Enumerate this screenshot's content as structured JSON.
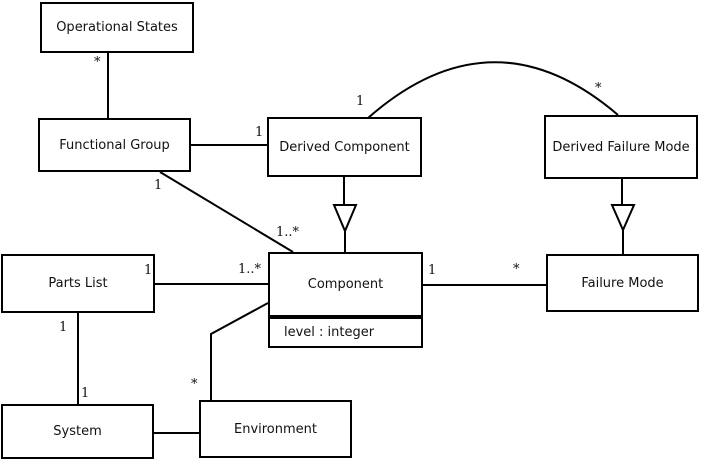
{
  "diagram": {
    "type": "uml-class-diagram",
    "background_color": "#ffffff",
    "line_color": "#000000",
    "classes": [
      {
        "name": "Operational States"
      },
      {
        "name": "Functional Group"
      },
      {
        "name": "Derived Component"
      },
      {
        "name": "Derived Failure Mode"
      },
      {
        "name": "Parts List"
      },
      {
        "name": "Component",
        "attributes": [
          "level : integer"
        ]
      },
      {
        "name": "Failure Mode"
      },
      {
        "name": "System"
      },
      {
        "name": "Environment"
      }
    ],
    "labels": [
      {
        "text": "*"
      },
      {
        "text": "1"
      },
      {
        "text": "1"
      },
      {
        "text": "1..*"
      },
      {
        "text": "1"
      },
      {
        "text": "1..*"
      },
      {
        "text": "1"
      },
      {
        "text": "*"
      },
      {
        "text": "1"
      },
      {
        "text": "*"
      },
      {
        "text": "1"
      },
      {
        "text": "1"
      },
      {
        "text": "*"
      }
    ],
    "relationships": [
      {
        "from": "Functional Group",
        "to": "Operational States",
        "type": "association",
        "to_end_label": "*"
      },
      {
        "from": "Functional Group",
        "to": "Derived Component",
        "type": "association",
        "to_end_label": "1"
      },
      {
        "from": "Functional Group",
        "to": "Component",
        "type": "association",
        "from_end_label": "1",
        "to_end_label": "1..*"
      },
      {
        "from": "Parts List",
        "to": "Component",
        "type": "association",
        "from_end_label": "1",
        "to_end_label": "1..*"
      },
      {
        "from": "Parts List",
        "to": "System",
        "type": "association",
        "from_end_label": "1",
        "to_end_label": "1"
      },
      {
        "from": "System",
        "to": "Environment",
        "type": "association"
      },
      {
        "from": "Environment",
        "to": "Component",
        "type": "association",
        "from_end_label": "*"
      },
      {
        "from": "Component",
        "to": "Failure Mode",
        "type": "association",
        "from_end_label": "1",
        "to_end_label": "*"
      },
      {
        "from": "Derived Component",
        "to": "Component",
        "type": "generalization"
      },
      {
        "from": "Derived Failure Mode",
        "to": "Failure Mode",
        "type": "generalization"
      },
      {
        "from": "Derived Component",
        "to": "Derived Failure Mode",
        "type": "association",
        "from_end_label": "1",
        "to_end_label": "*"
      }
    ]
  }
}
